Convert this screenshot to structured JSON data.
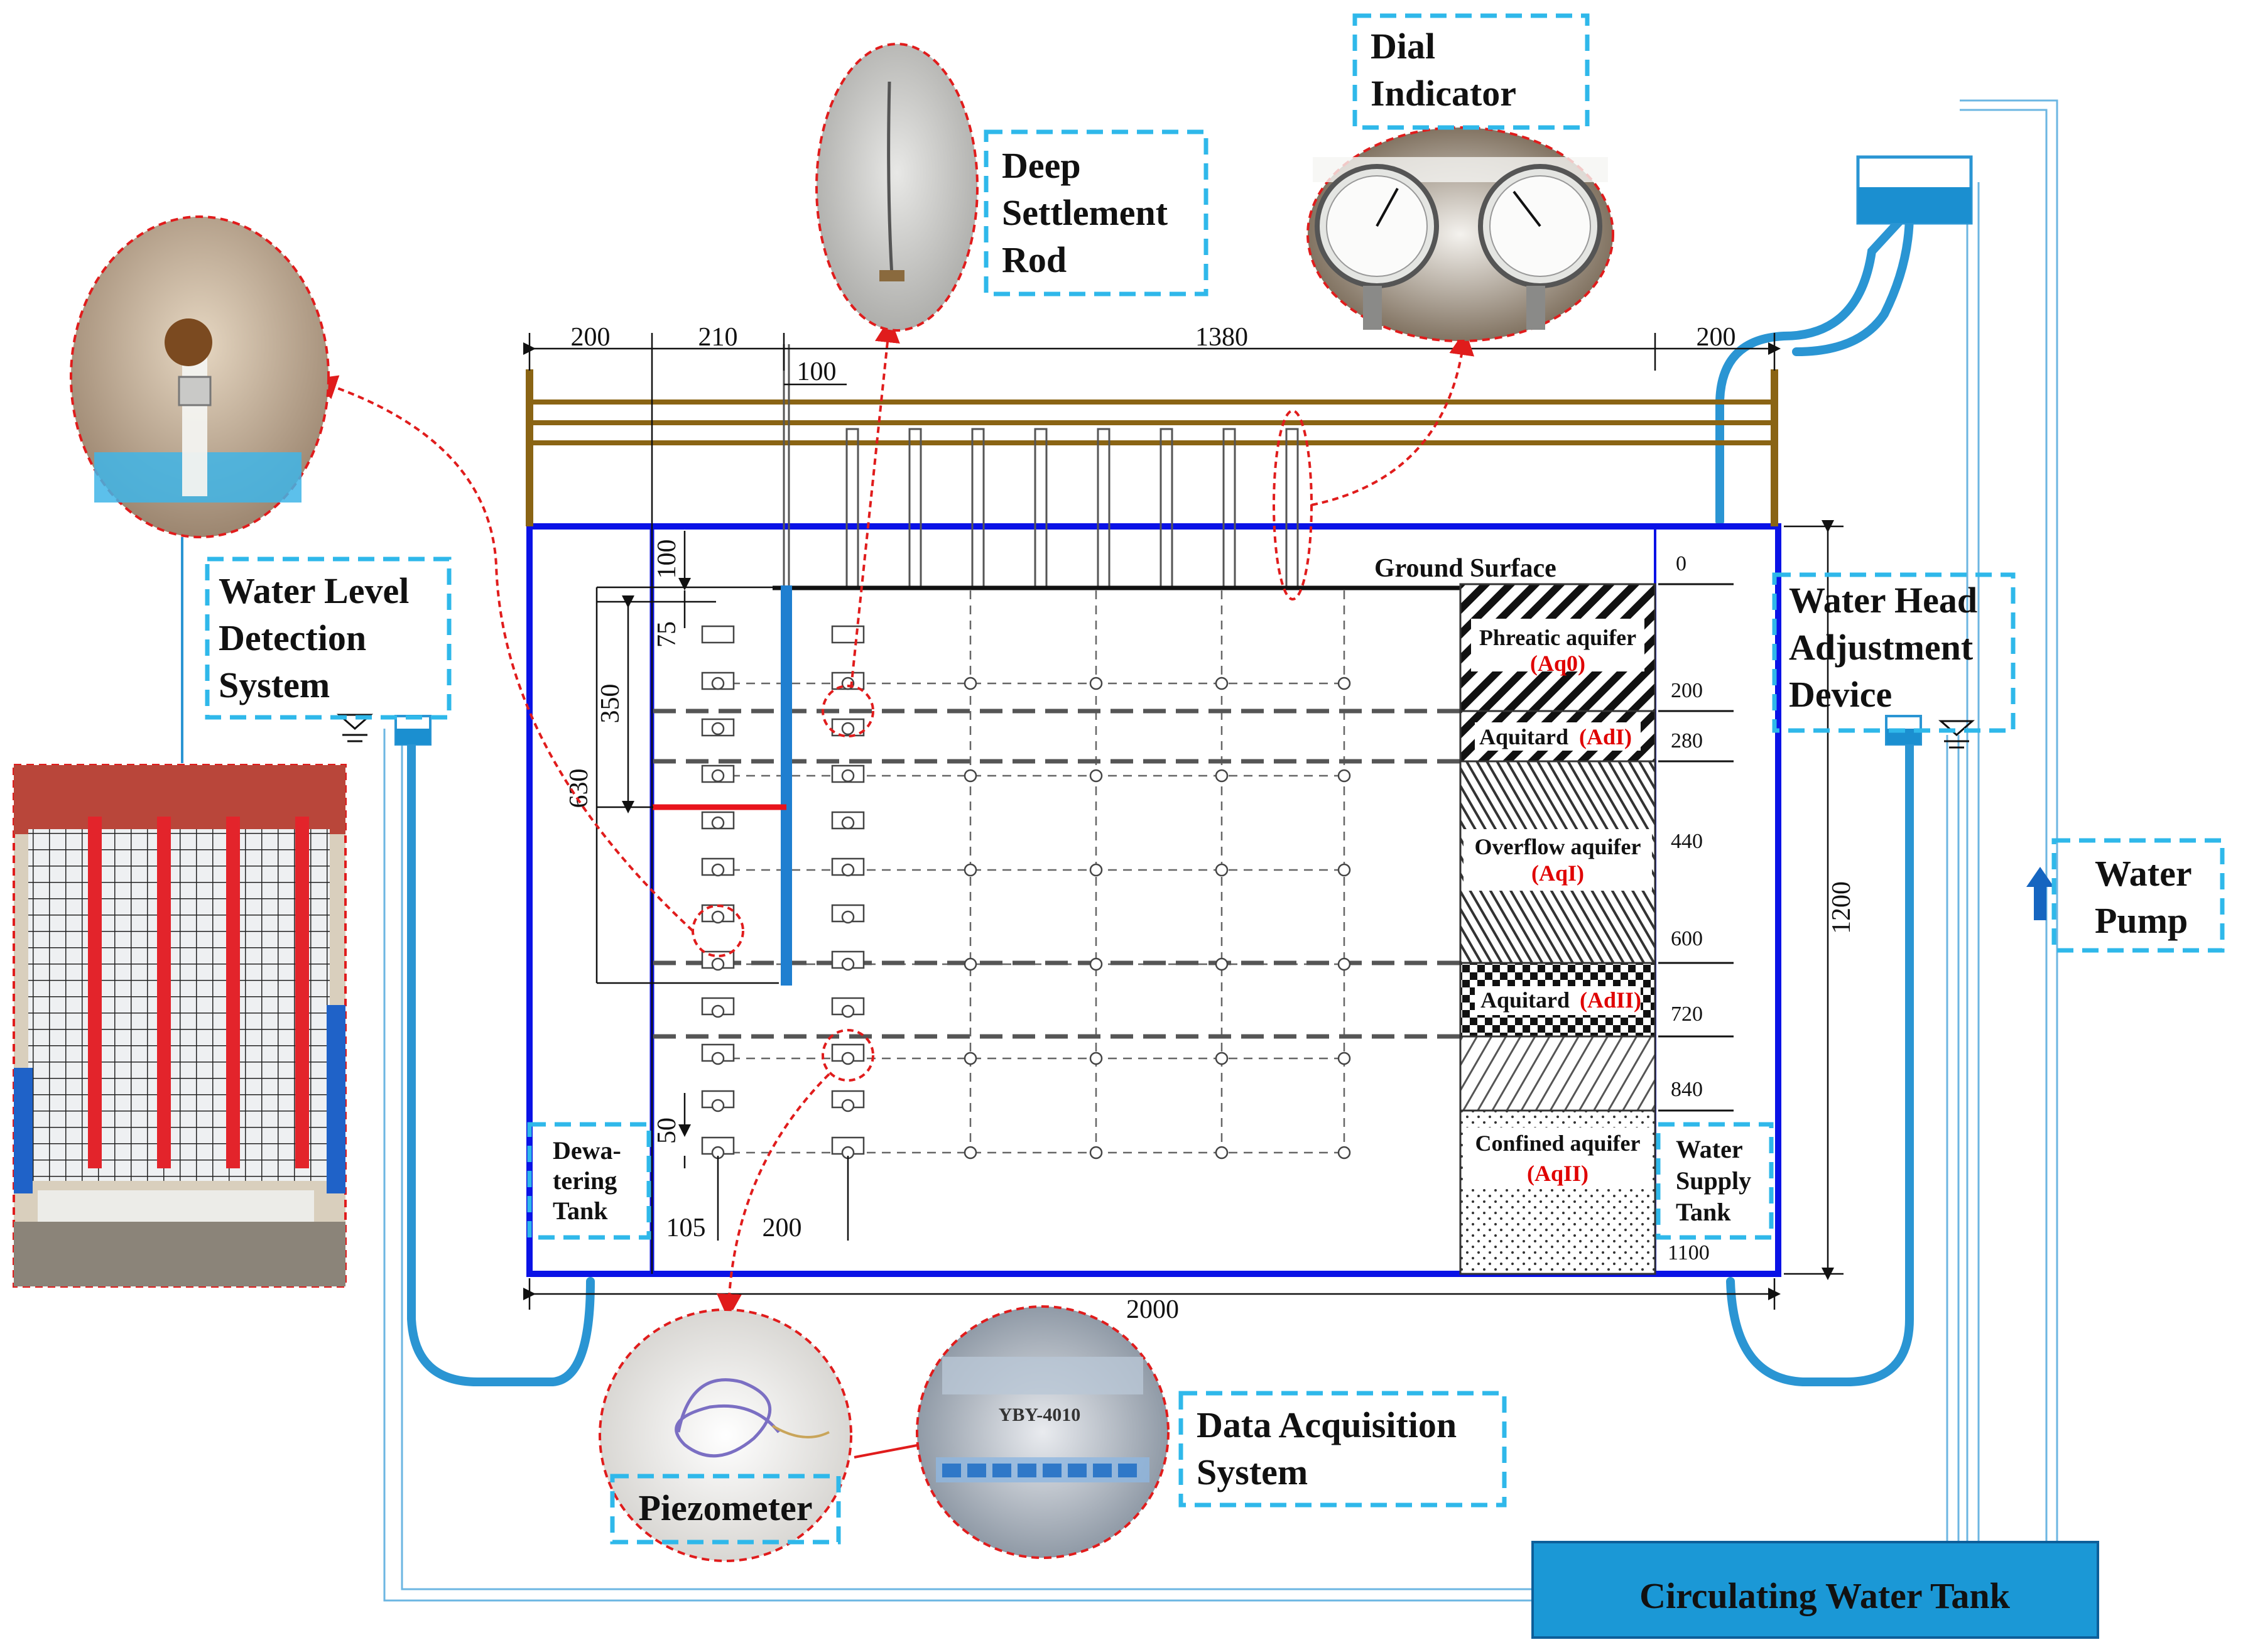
{
  "labels": {
    "dial_indicator": [
      "Dial",
      "Indicator"
    ],
    "deep_settlement_rod": [
      "Deep",
      "Settlement",
      "Rod"
    ],
    "water_level_detection": [
      "Water Level",
      "Detection",
      "System"
    ],
    "water_head_adjustment": [
      "Water Head",
      "Adjustment",
      "Device"
    ],
    "water_pump": [
      "Water",
      "Pump"
    ],
    "dewatering_tank": [
      "Dewa-",
      "tering",
      "Tank"
    ],
    "water_supply_tank": [
      "Water",
      "Supply",
      "Tank"
    ],
    "ground_surface": "Ground Surface",
    "data_acquisition": [
      "Data Acquisition",
      "System"
    ],
    "piezometer": "Piezometer",
    "circulating_tank": "Circulating Water Tank"
  },
  "dimensions": {
    "top": [
      "200",
      "210",
      "1380",
      "200"
    ],
    "sub_top": "100",
    "bottom_total": "2000",
    "bottom_left": [
      "105",
      "200"
    ],
    "right_total": "1200",
    "left_vertical": [
      "100",
      "75",
      "350",
      "630",
      "50"
    ]
  },
  "depth_marks": [
    "0",
    "200",
    "280",
    "440",
    "600",
    "720",
    "840",
    "1100"
  ],
  "layers": [
    {
      "name": "Phreatic aquifer",
      "code": "(Aq0)"
    },
    {
      "name": "Aquitard",
      "code": "(AdI)"
    },
    {
      "name": "Overflow aquifer",
      "code": "(AqI)"
    },
    {
      "name": "Aquitard",
      "code": "(AdII)"
    },
    {
      "name": "Confined aquifer",
      "code": "(AqII)"
    }
  ],
  "photo_text": {
    "daq_device": "YBY-4010"
  },
  "colors": {
    "tank_outline": "#0a12e6",
    "pipe": "#2a95d3",
    "frame": "#8a6414",
    "callout": "#e01c1c",
    "label_border": "#2fb8ea",
    "circulating_tank": "#1b98d6"
  }
}
